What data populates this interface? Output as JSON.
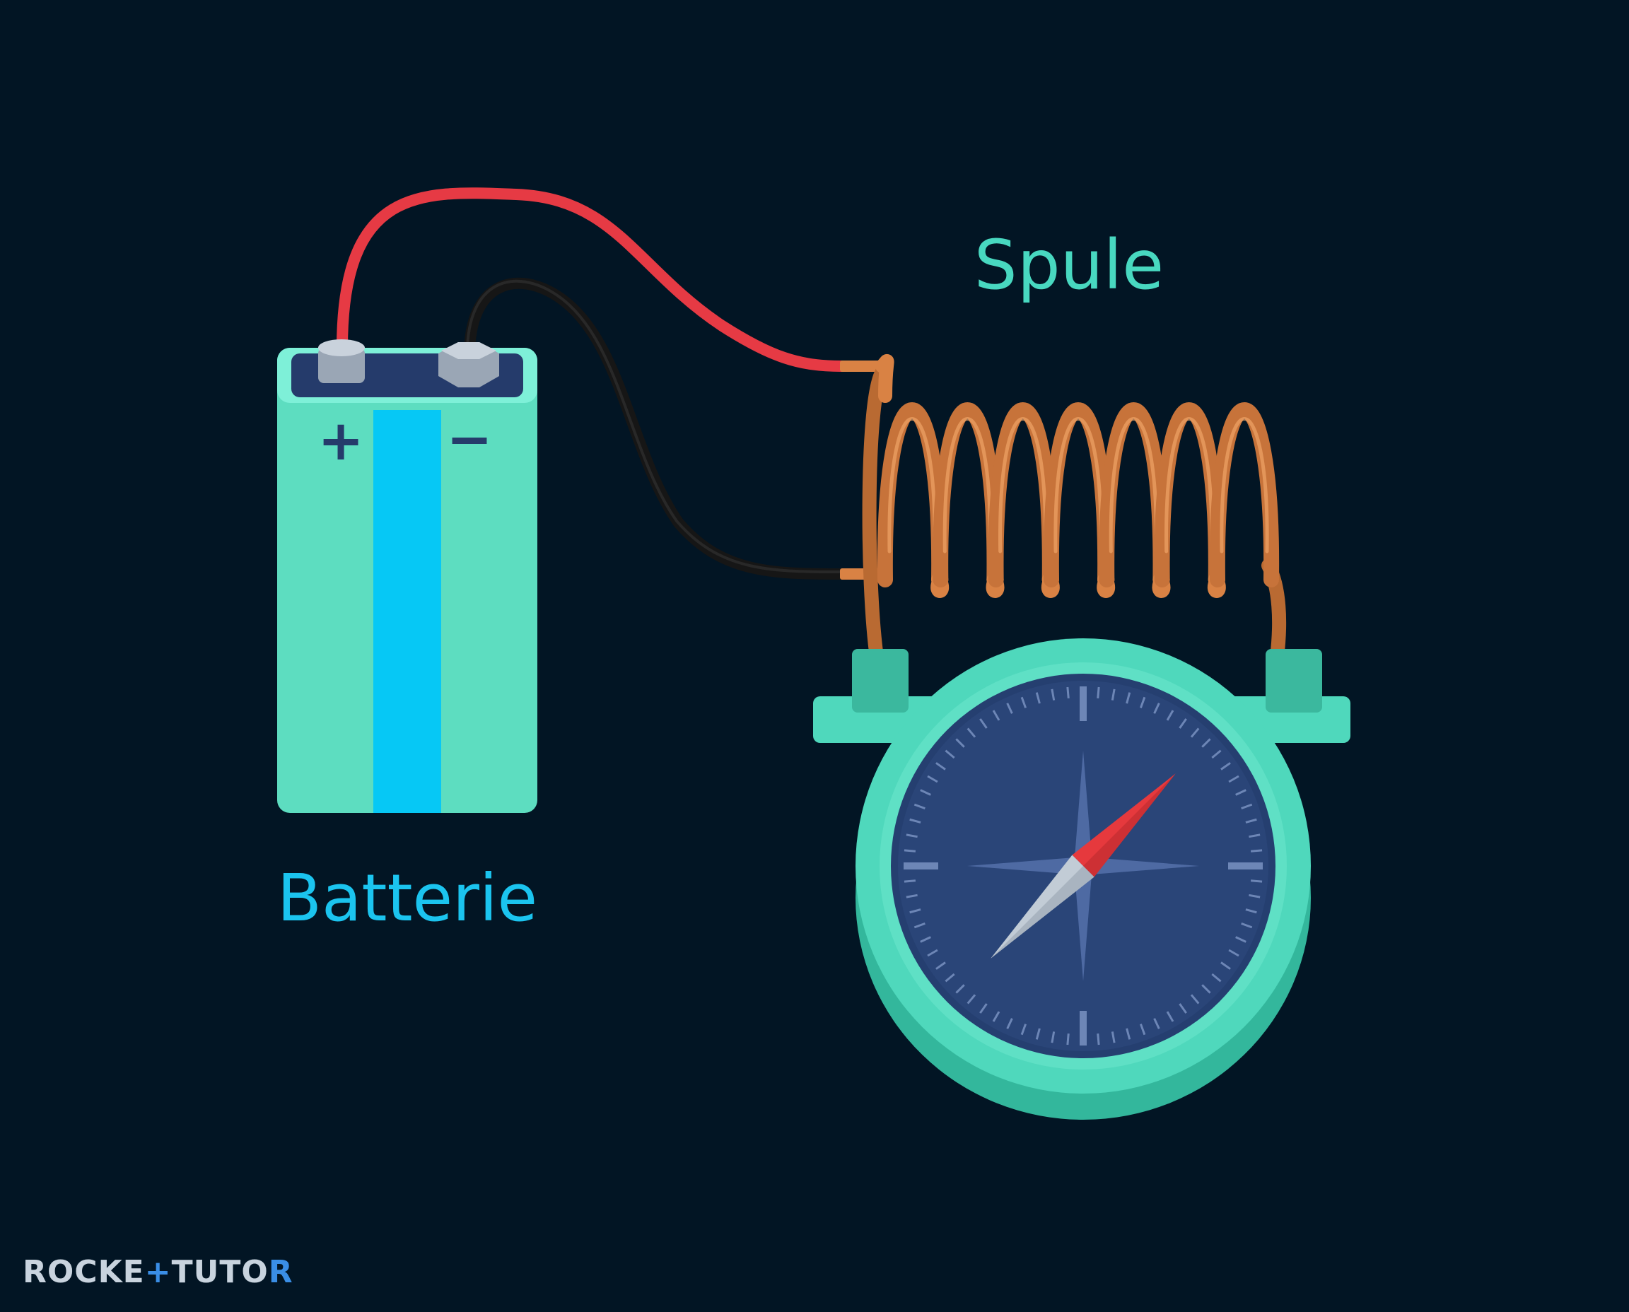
{
  "labels": {
    "coil": "Spule",
    "battery": "Batterie",
    "plus": "+",
    "minus": "−"
  },
  "logo": {
    "part1": "ROCKE",
    "part2": "+",
    "part3": "TUTO",
    "part4": "R"
  },
  "colors": {
    "background": "#021524",
    "battery_body": "#5dddc0",
    "battery_stripe": "#06c8f5",
    "battery_top": "#253b6b",
    "coil_copper": "#d98244",
    "wire_red": "#e63a44",
    "wire_black": "#1a1a1a",
    "compass_ring": "#4fd8bc",
    "compass_face": "#253f70",
    "needle_north": "#e6393d",
    "needle_south": "#c2ccd6",
    "label_coil": "#48d8c0",
    "label_battery": "#1bc4ef",
    "logo_text": "#c8d3de",
    "logo_accent": "#3a8ee6"
  },
  "icons": {
    "battery": "battery-icon",
    "coil": "coil-icon",
    "compass": "compass-icon"
  },
  "compass": {
    "needle_angle_deg": 45
  }
}
